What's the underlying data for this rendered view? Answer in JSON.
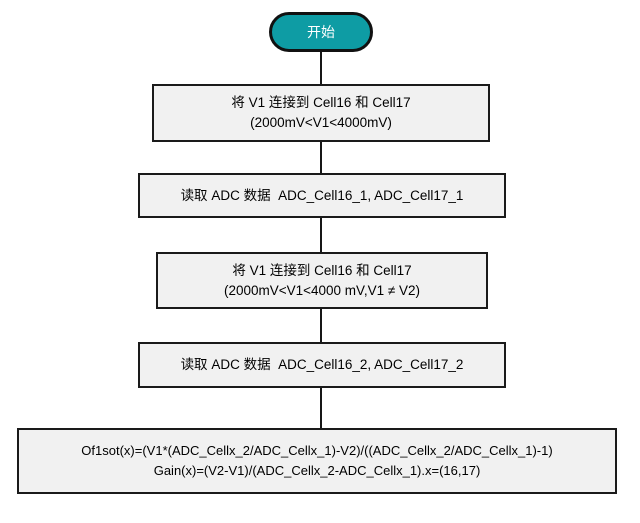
{
  "flowchart": {
    "start": {
      "label": "开始"
    },
    "steps": [
      {
        "name": "connect-v1-first",
        "lines": [
          "将 V1 连接到 Cell16 和 Cell17",
          "(2000mV<V1<4000mV)"
        ]
      },
      {
        "name": "read-adc-first",
        "lines": [
          "读取 ADC 数据  ADC_Cell16_1, ADC_Cell17_1"
        ]
      },
      {
        "name": "connect-v1-second",
        "lines": [
          "将 V1 连接到 Cell16 和 Cell17",
          "(2000mV<V1<4000 mV,V1 ≠ V2)"
        ]
      },
      {
        "name": "read-adc-second",
        "lines": [
          "读取 ADC 数据  ADC_Cell16_2, ADC_Cell17_2"
        ]
      },
      {
        "name": "offset-gain-formulas",
        "lines": [
          "Of1sot(x)=(V1*(ADC_Cellx_2/ADC_Cellx_1)-V2)/((ADC_Cellx_2/ADC_Cellx_1)-1)",
          "Gain(x)=(V2-V1)/(ADC_Cellx_2-ADC_Cellx_1).x=(16,17)"
        ]
      }
    ],
    "colors": {
      "start_fill": "#0E9CA4",
      "start_text": "#FFFFFF",
      "box_fill": "#F1F1F1",
      "box_border": "#1A1A1A",
      "connector": "#161616"
    }
  }
}
